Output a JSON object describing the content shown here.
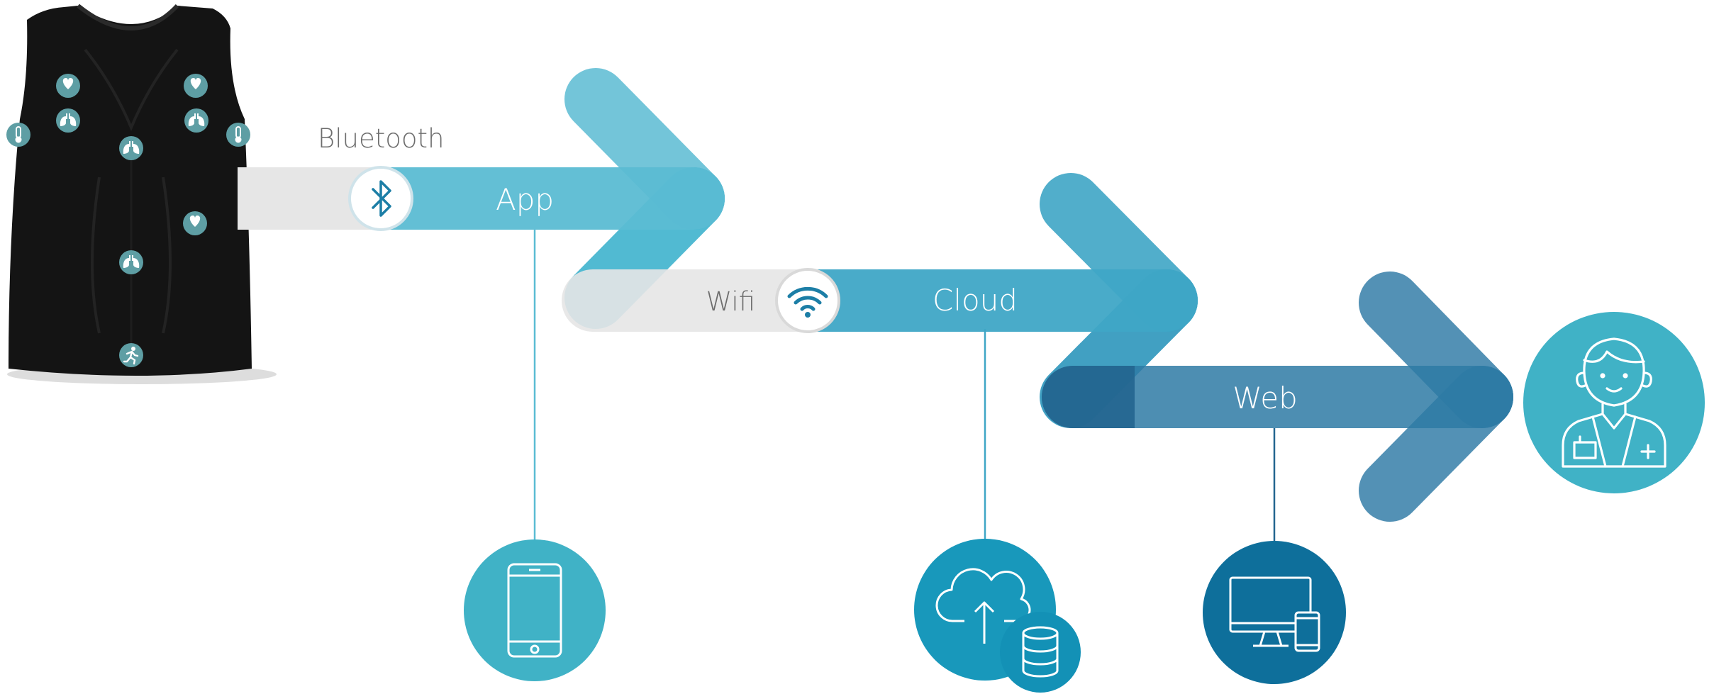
{
  "diagram": {
    "labels": {
      "bluetooth": "Bluetooth",
      "app": "App",
      "wifi": "Wifi",
      "cloud": "Cloud",
      "web": "Web"
    },
    "colors": {
      "app": "#5bbcd3",
      "cloud": "#3fa6c6",
      "web": "#2e7aa5",
      "web_dark": "#23658f",
      "connector_grey": "#e6e6e6",
      "vest": "#141414",
      "sensor": "#5e9ea4",
      "phone_circle": "#40b2c6",
      "cloud_circle": "#1898bb",
      "web_circle": "#0e6f9b",
      "doctor_circle": "#40b2c6"
    },
    "icons": {
      "vest": "smart-vest-garment",
      "sensors": [
        "heart-icon",
        "lungs-icon",
        "thermometer-icon",
        "running-person-icon"
      ],
      "bluetooth": "bluetooth-icon",
      "wifi": "wifi-icon",
      "phone": "smartphone-icon",
      "cloud": "cloud-upload-icon",
      "database": "database-icon",
      "web": "desktop-and-mobile-icon",
      "doctor": "doctor-icon"
    }
  }
}
